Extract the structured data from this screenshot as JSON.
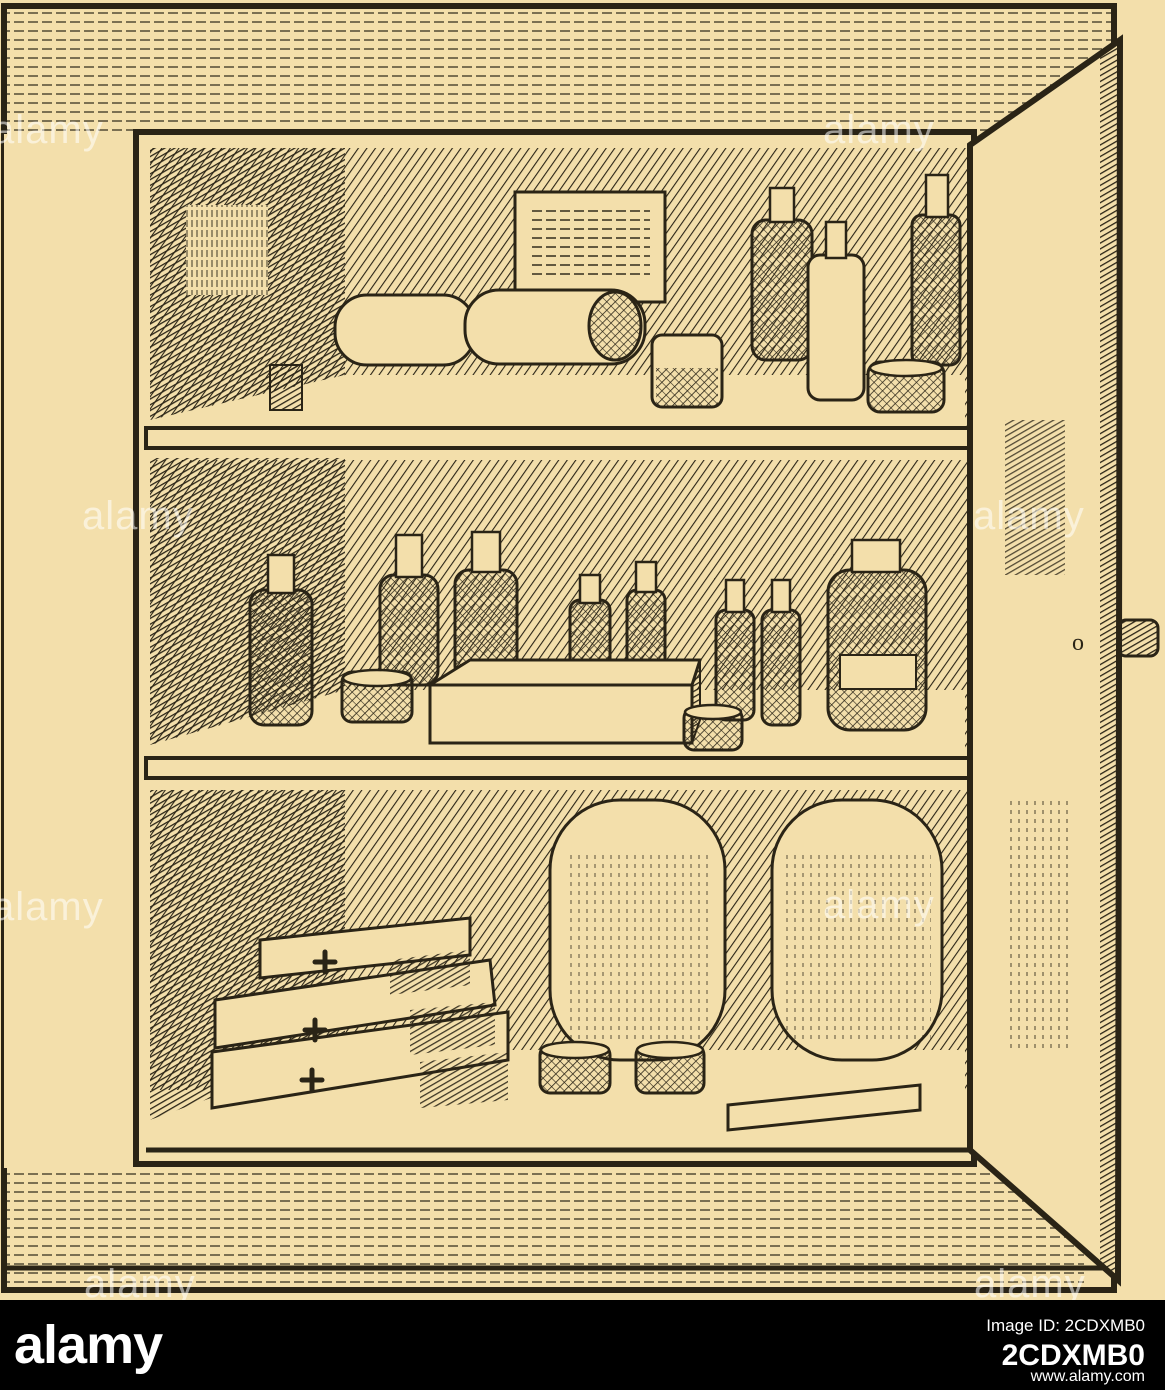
{
  "image": {
    "subject": "medicine-cabinet-engraving",
    "palette": {
      "paper": "#f3dfab",
      "ink": "#2a2416",
      "footer": "#000000",
      "footer_text": "#ffffff"
    },
    "watermark_text": "alamy",
    "knob_letter": "o"
  },
  "footer": {
    "logo": "alamy",
    "image_id_label": "Image ID: 2CDXMB0",
    "image_id": "2CDXMB0",
    "url": "www.alamy.com"
  }
}
